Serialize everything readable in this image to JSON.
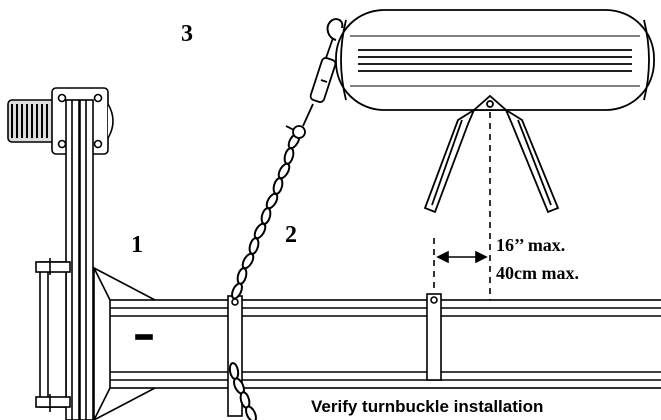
{
  "labels": {
    "one": "1",
    "two": "2",
    "three": "3",
    "distance_in": "16’’ max.",
    "distance_cm": "40cm  max.",
    "caption": "Verify turnbuckle installation"
  },
  "icons": {
    "mast": "mast-icon",
    "beam": "trailer-frame-beam-icon",
    "clamp": "clamp-bracket-icon",
    "chain": "safety-chain-icon",
    "turnbuckle": "turnbuckle-icon",
    "hook": "hook-icon",
    "tire": "tire-icon",
    "stand": "tire-stand-icon",
    "spool": "winch-spool-icon"
  },
  "colors": {
    "line": "#000000",
    "background": "#ffffff"
  }
}
